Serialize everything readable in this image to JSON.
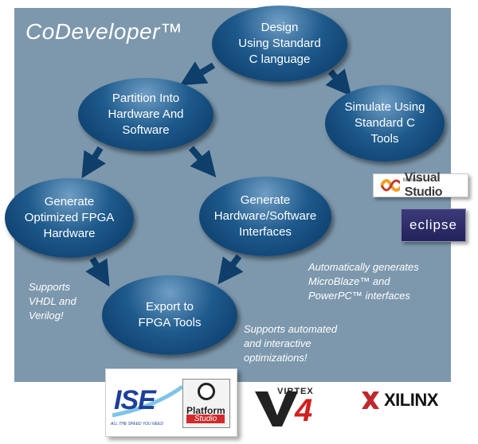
{
  "title": "CoDeveloper™",
  "nodes": {
    "design": "Design\nUsing Standard\nC language",
    "simulate": "Simulate Using\nStandard C\nTools",
    "partition": "Partition Into\nHardware And\nSoftware",
    "generate_fpga": "Generate\nOptimized FPGA\nHardware",
    "generate_interfaces": "Generate\nHardware/Software\nInterfaces",
    "export": "Export to\nFPGA Tools"
  },
  "notes": {
    "vhdl": "Supports\nVHDL and\nVerilog!",
    "interfaces": "Automatically generates\nMicroBlaze™ and\nPowerPC™ interfaces",
    "optimizations": "Supports automated\nand interactive\noptimizations!"
  },
  "logos": {
    "visual_studio": {
      "microsoft": "Microsoft",
      "name": "Visual Studio"
    },
    "eclipse": "eclipse",
    "ise": {
      "name": "ISE",
      "tagline": "ALL THE SPEED YOU NEED"
    },
    "platform_studio": {
      "line1": "Platform",
      "line2": "Studio"
    },
    "virtex": {
      "name": "VIRTEX",
      "number": "4"
    },
    "xilinx": "XILINX"
  },
  "colors": {
    "panel": "#7d98ad",
    "oval_dark": "#073663",
    "oval_light": "#6f9ec4",
    "arrow": "#0e3e6a",
    "text": "#ffffff"
  }
}
